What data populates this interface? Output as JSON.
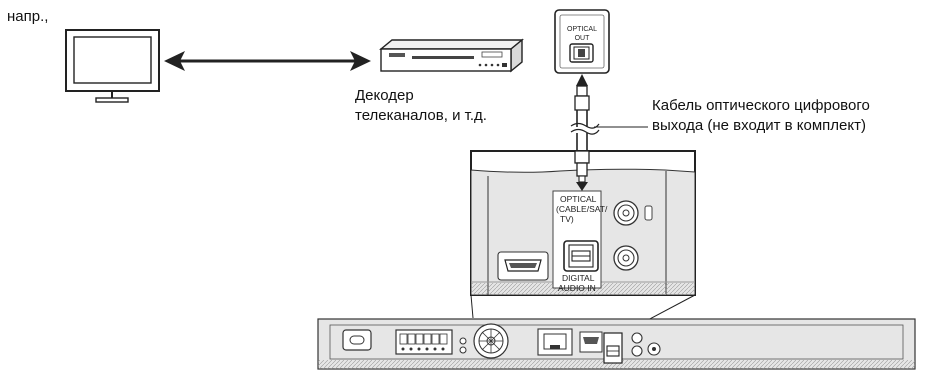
{
  "labels": {
    "example": "напр.,",
    "decoder_line1": "Декодер",
    "decoder_line2": "телеканалов, и т.д.",
    "cable_line1": "Кабель оптического цифрового",
    "cable_line2": "выхода (не входит в комплект)"
  },
  "port_labels": {
    "optical_out_line1": "OPTICAL",
    "optical_out_line2": "OUT",
    "optical_in_line1": "OPTICAL",
    "optical_in_line2": "(CABLE/SAT/",
    "optical_in_line3": "TV)",
    "digital_in_line1": "DIGITAL",
    "digital_in_line2": "AUDIO IN"
  },
  "icons": [
    "tv-icon",
    "set-top-box-icon",
    "optical-port-icon",
    "optical-plug-icon",
    "hdmi-port-icon",
    "rca-jack-icon",
    "power-inlet-icon",
    "speaker-terminal-icon",
    "cooling-fan-icon",
    "lan-port-icon"
  ],
  "colors": {
    "line": "#222222",
    "panel": "#e6e6e6",
    "panel_dark": "#bdbdbd",
    "white": "#ffffff"
  }
}
